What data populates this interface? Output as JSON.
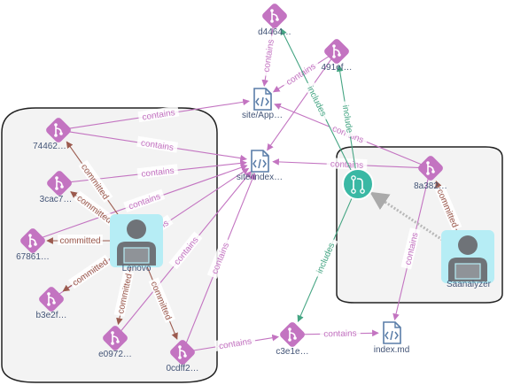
{
  "colors": {
    "commit": "#c374c1",
    "file": "#5a7da8",
    "person_bg": "#b6edf5",
    "person_fg": "#6f7378",
    "pr": "#3ab8a4",
    "contains": "#c374c1",
    "committed": "#9b5a4e",
    "includes": "#45a583",
    "group_fill": "#f3f3f3",
    "group_stroke": "#222222"
  },
  "nodes": {
    "d4464": {
      "label": "d4464…",
      "kind": "commit"
    },
    "491ef": {
      "label": "491ef…",
      "kind": "commit"
    },
    "app": {
      "label": "site/App…",
      "kind": "file"
    },
    "index_file": {
      "label": "site/index…",
      "kind": "file"
    },
    "c74462": {
      "label": "74462…",
      "kind": "commit"
    },
    "c3cac7": {
      "label": "3cac7…",
      "kind": "commit"
    },
    "c67861": {
      "label": "67861…",
      "kind": "commit"
    },
    "b3e2f": {
      "label": "b3e2f…",
      "kind": "commit"
    },
    "e0972": {
      "label": "e0972…",
      "kind": "commit"
    },
    "c0cdff2": {
      "label": "0cdff2…",
      "kind": "commit"
    },
    "c3e1e": {
      "label": "c3e1e…",
      "kind": "commit"
    },
    "index_md": {
      "label": "index.md",
      "kind": "file"
    },
    "c8a382": {
      "label": "8a382…",
      "kind": "commit"
    },
    "lenovo": {
      "label": "Lenovo",
      "kind": "person"
    },
    "saanalyzer": {
      "label": "Saanalyzer",
      "kind": "person"
    },
    "pr": {
      "label": "",
      "kind": "pr"
    }
  },
  "edges": [
    {
      "from": "d4464",
      "to": "app",
      "label": "contains",
      "type": "contains"
    },
    {
      "from": "491ef",
      "to": "app",
      "label": "contains",
      "type": "contains"
    },
    {
      "from": "491ef",
      "to": "index_file",
      "label": "",
      "type": "contains"
    },
    {
      "from": "c74462",
      "to": "app",
      "label": "contains",
      "type": "contains"
    },
    {
      "from": "c74462",
      "to": "index_file",
      "label": "contains",
      "type": "contains"
    },
    {
      "from": "c3cac7",
      "to": "index_file",
      "label": "contains",
      "type": "contains"
    },
    {
      "from": "c67861",
      "to": "index_file",
      "label": "contains",
      "type": "contains"
    },
    {
      "from": "b3e2f",
      "to": "index_file",
      "label": "contains",
      "type": "contains"
    },
    {
      "from": "e0972",
      "to": "index_file",
      "label": "contains",
      "type": "contains"
    },
    {
      "from": "c0cdff2",
      "to": "index_file",
      "label": "contains",
      "type": "contains"
    },
    {
      "from": "c8a382",
      "to": "index_file",
      "label": "contains",
      "type": "contains"
    },
    {
      "from": "c8a382",
      "to": "app",
      "label": "contains",
      "type": "contains"
    },
    {
      "from": "c8a382",
      "to": "index_md",
      "label": "contains",
      "type": "contains"
    },
    {
      "from": "c3e1e",
      "to": "index_md",
      "label": "contains",
      "type": "contains"
    },
    {
      "from": "c0cdff2",
      "to": "c3e1e",
      "label": "contains",
      "type": "contains"
    },
    {
      "from": "lenovo",
      "to": "c74462",
      "label": "committed",
      "type": "committed"
    },
    {
      "from": "lenovo",
      "to": "c3cac7",
      "label": "committed",
      "type": "committed"
    },
    {
      "from": "lenovo",
      "to": "c67861",
      "label": "committed",
      "type": "committed"
    },
    {
      "from": "lenovo",
      "to": "b3e2f",
      "label": "committed",
      "type": "committed"
    },
    {
      "from": "lenovo",
      "to": "e0972",
      "label": "committed",
      "type": "committed"
    },
    {
      "from": "lenovo",
      "to": "c0cdff2",
      "label": "committed",
      "type": "committed"
    },
    {
      "from": "saanalyzer",
      "to": "c8a382",
      "label": "committed",
      "type": "committed"
    },
    {
      "from": "pr",
      "to": "d4464",
      "label": "includes",
      "type": "includes"
    },
    {
      "from": "pr",
      "to": "491ef",
      "label": "include",
      "type": "includes"
    },
    {
      "from": "pr",
      "to": "c3e1e",
      "label": "includes",
      "type": "includes"
    },
    {
      "from": "saanalyzer",
      "to": "pr",
      "label": "",
      "type": "opened"
    }
  ]
}
